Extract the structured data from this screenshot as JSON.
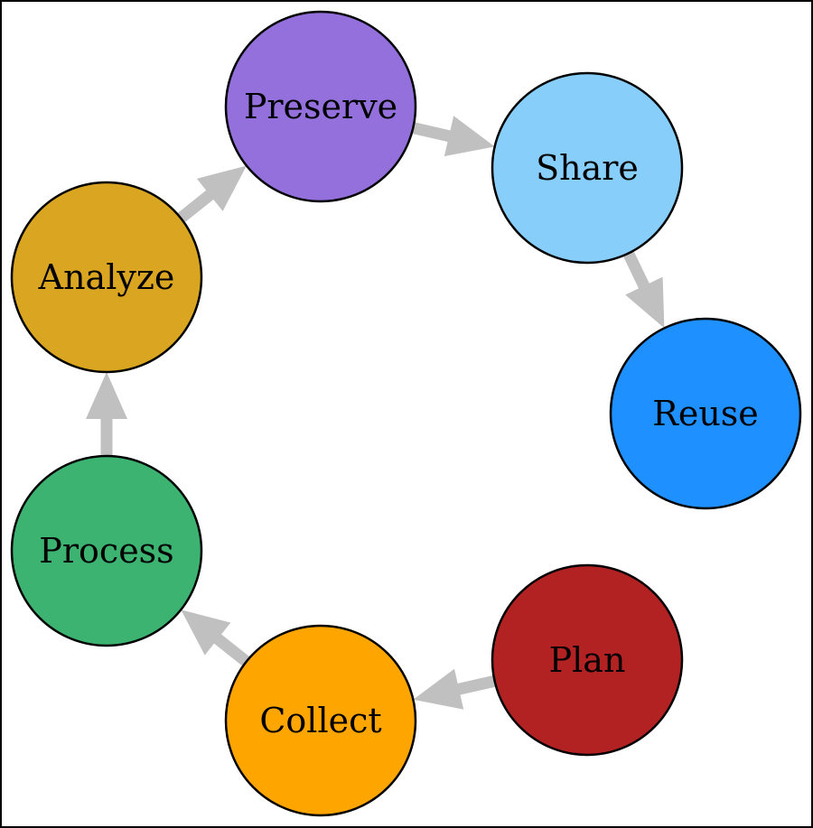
{
  "nodes": [
    {
      "id": "plan",
      "label": "Plan",
      "color": "#B22222"
    },
    {
      "id": "collect",
      "label": "Collect",
      "color": "#FFA500"
    },
    {
      "id": "process",
      "label": "Process",
      "color": "#3CB371"
    },
    {
      "id": "analyze",
      "label": "Analyze",
      "color": "#DAA520"
    },
    {
      "id": "preserve",
      "label": "Preserve",
      "color": "#9370DB"
    },
    {
      "id": "share",
      "label": "Share",
      "color": "#87CEFA"
    },
    {
      "id": "reuse",
      "label": "Reuse",
      "color": "#1E90FF"
    }
  ],
  "edges": [
    {
      "from": "plan",
      "to": "collect"
    },
    {
      "from": "collect",
      "to": "process"
    },
    {
      "from": "process",
      "to": "analyze"
    },
    {
      "from": "analyze",
      "to": "preserve"
    },
    {
      "from": "preserve",
      "to": "share"
    },
    {
      "from": "share",
      "to": "reuse"
    }
  ],
  "style": {
    "edge_color": "#C0C0C0",
    "node_stroke": "#000000",
    "frame_color": "#000000"
  }
}
